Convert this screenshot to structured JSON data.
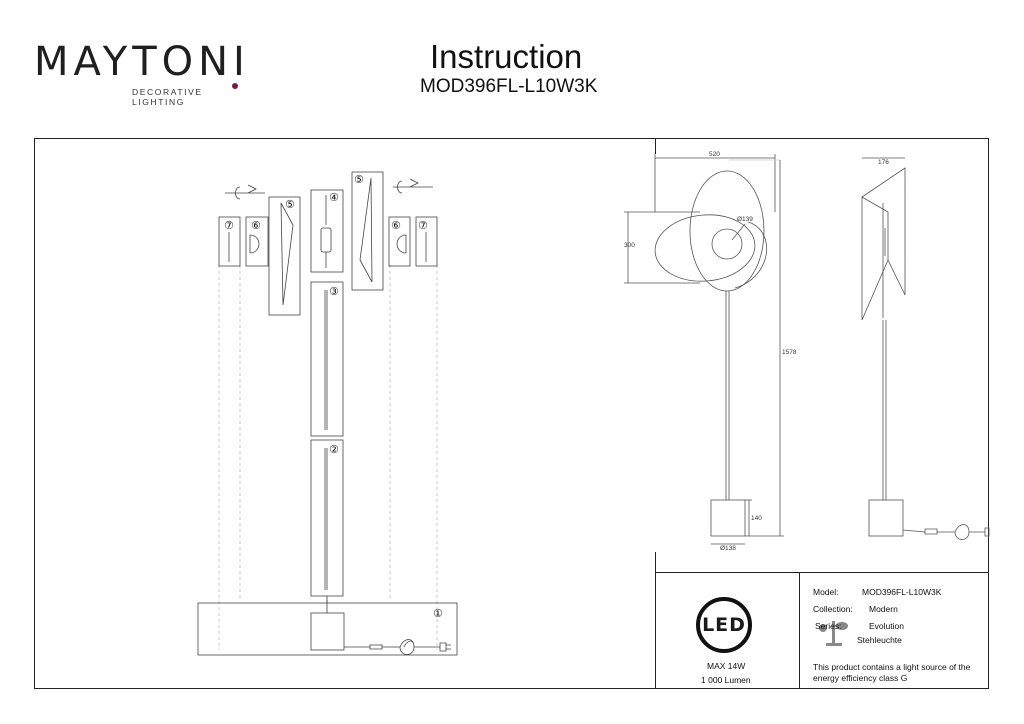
{
  "brand": {
    "name": "MAYTONI",
    "tagline": "DECORATIVE LIGHTING"
  },
  "header": {
    "title": "Instruction",
    "model_code": "MOD396FL-L10W3K"
  },
  "parts": {
    "p1": "①",
    "p2": "②",
    "p3": "③",
    "p4": "④",
    "p5a": "⑤",
    "p5b": "⑤",
    "p6a": "⑥",
    "p6b": "⑥",
    "p7a": "⑦",
    "p7b": "⑦"
  },
  "dimensions": {
    "width": "520",
    "height_head": "300",
    "diameter_head": "Ø139",
    "total_height": "1578",
    "base_height": "140",
    "base_diameter": "Ø138",
    "side_width": "176"
  },
  "specs": {
    "model_label": "Model:",
    "model_value": "MOD396FL-L10W3K",
    "collection_label": "Collection:",
    "collection_value": "Modern",
    "series_label": "Series:",
    "series_value": "Evolution",
    "type_value": "Stehleuchte",
    "energy_note_line1": "This product contains a light source of the",
    "energy_note_line2": "energy efficiency class G"
  },
  "led": {
    "label": "LED",
    "power": "MAX 14W",
    "lumen": "1 000 Lumen"
  },
  "colors": {
    "brand_dot": "#7a1a48",
    "line": "#333333"
  }
}
